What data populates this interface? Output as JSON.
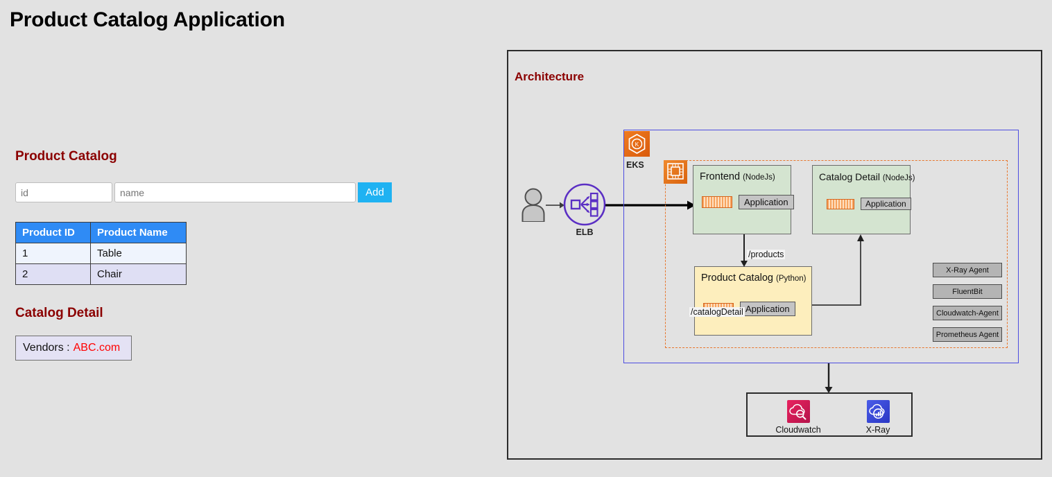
{
  "app": {
    "title": "Product Catalog Application"
  },
  "catalog": {
    "heading": "Product Catalog",
    "id_placeholder": "id",
    "id_value": "",
    "name_placeholder": "name",
    "name_value": "",
    "add_label": "Add",
    "columns": [
      "Product ID",
      "Product Name"
    ],
    "rows": [
      {
        "id": "1",
        "name": "Table"
      },
      {
        "id": "2",
        "name": "Chair"
      }
    ]
  },
  "detail": {
    "heading": "Catalog Detail",
    "vendors_label": "Vendors :",
    "vendors_value": "ABC.com"
  },
  "architecture": {
    "title": "Architecture",
    "eks_label": "EKS",
    "elb_label": "ELB",
    "icons": {
      "user": "user-icon",
      "elb": "elastic-load-balancer-icon",
      "eks": "eks-kubernetes-icon",
      "ec2": "ec2-node-icon",
      "container": "container-icon",
      "cloudwatch": "cloudwatch-icon",
      "xray": "xray-icon"
    },
    "services": [
      {
        "key": "frontend",
        "name": "Frontend",
        "lang": "(NodeJs)",
        "chip": "Application"
      },
      {
        "key": "catalog_detail",
        "name": "Catalog Detail",
        "lang": "(NodeJs)",
        "chip": "Application"
      },
      {
        "key": "product_catalog",
        "name": "Product Catalog",
        "lang": "(Python)",
        "chip": "Application"
      }
    ],
    "edges": [
      {
        "key": "products",
        "label": "/products"
      },
      {
        "key": "catalog_detail",
        "label": "/catalogDetail"
      }
    ],
    "agents": [
      "X-Ray Agent",
      "FluentBit",
      "Cloudwatch-Agent",
      "Prometheus Agent"
    ],
    "observability": [
      {
        "key": "cloudwatch",
        "label": "Cloudwatch"
      },
      {
        "key": "xray",
        "label": "X-Ray"
      }
    ]
  },
  "colors": {
    "heading": "#8b0000",
    "table_header": "#2f8bf5",
    "add_button": "#1fb2f2",
    "vendor_link": "#ff0000",
    "eks_border": "#4c4ce0",
    "node_dashed": "#e8762c",
    "service_green": "#d4e4d0",
    "service_yellow": "#fdeebd",
    "cloudwatch": "#e8225f",
    "xray": "#4a5ce8"
  }
}
